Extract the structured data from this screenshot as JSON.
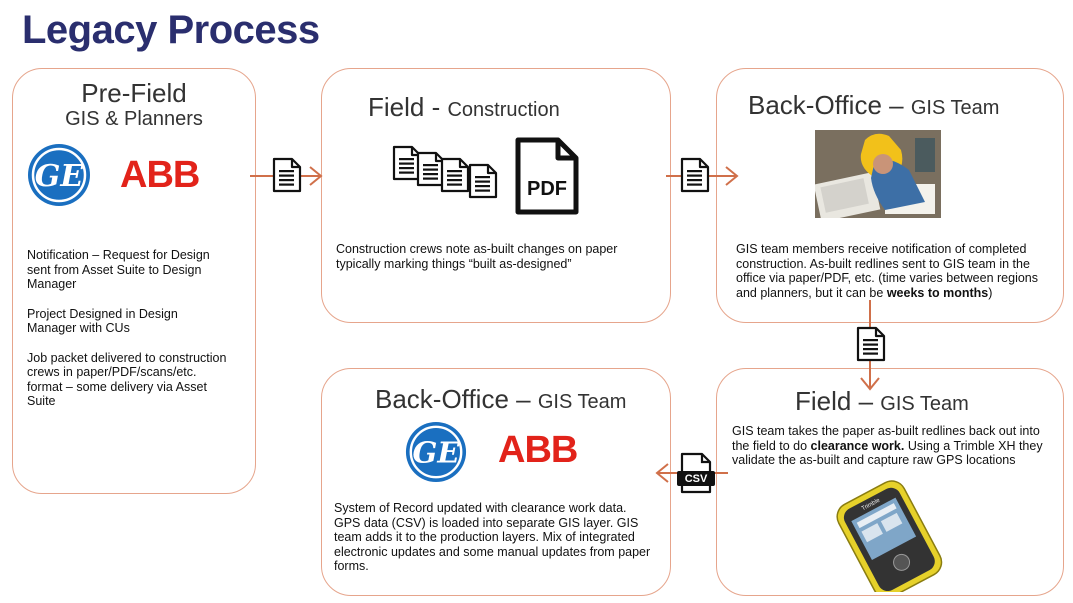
{
  "title": "Legacy Process",
  "colors": {
    "accent": "#e08a66",
    "title": "#2a2e6e",
    "ge_blue": "#1a6fc0",
    "abb_red": "#e2231a"
  },
  "boxes": {
    "pre_field": {
      "heading": "Pre-Field",
      "subheading": "GIS & Planners",
      "logos": {
        "ge": "GE",
        "abb": "ABB"
      },
      "paragraphs": [
        "Notification – Request for Design sent from Asset Suite to Design Manager",
        "Project Designed in Design Manager with CUs",
        "Job packet delivered to construction crews in paper/PDF/scans/etc. format – some delivery via Asset Suite"
      ]
    },
    "field_construction": {
      "heading": "Field",
      "dash": " - ",
      "subheading": "Construction",
      "pdf_label": "PDF",
      "text": "Construction crews note as-built changes on paper typically marking things “built as-designed”"
    },
    "back_office_top": {
      "heading": "Back-Office",
      "dash": " – ",
      "subheading": "GIS Team",
      "text_a": "GIS team members receive notification of completed construction.  As-built redlines sent to GIS team in the office via paper/PDF, etc. (time varies between regions and planners, but it can be ",
      "text_bold": "weeks to months",
      "text_b": ")"
    },
    "field_gis": {
      "heading": "Field",
      "dash": " – ",
      "subheading": "GIS Team",
      "text_a": "GIS team takes the paper as-built redlines back out into the field to do ",
      "text_bold": "clearance work.",
      "text_b": "  Using a Trimble XH they validate the as-built and capture raw GPS locations",
      "device_brand": "Trimble"
    },
    "back_office_bottom": {
      "heading": "Back-Office",
      "dash": " – ",
      "subheading": "GIS Team",
      "logos": {
        "ge": "GE",
        "abb": "ABB"
      },
      "text": "System of Record updated with clearance work data. GPS data (CSV) is loaded into separate GIS layer. GIS team adds it to the production layers.  Mix of integrated electronic updates and some manual updates from paper forms."
    }
  },
  "csv_label": "CSV"
}
